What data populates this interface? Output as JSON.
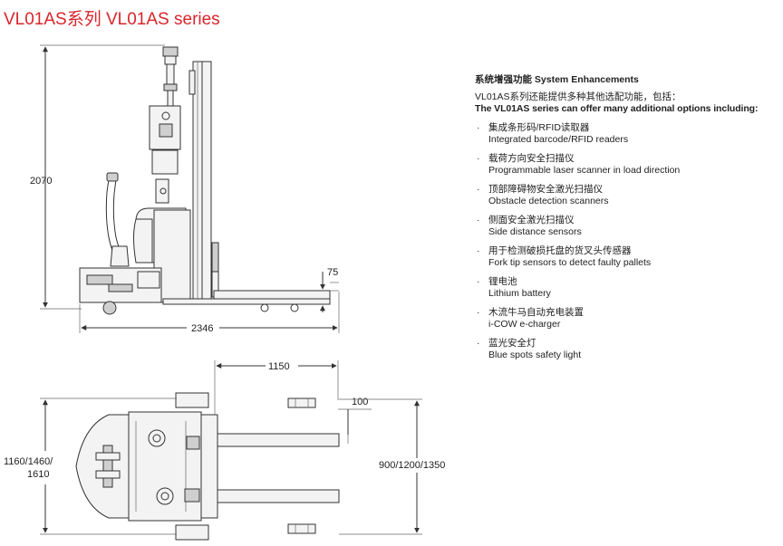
{
  "title": "VL01AS系列 VL01AS series",
  "dimensions": {
    "height": "2070",
    "length": "2346",
    "fork_height": "75",
    "fork_length": "1150",
    "fork_gap": "100",
    "fork_spread": "900/1200/1350",
    "width_line1": "1160/1460/",
    "width_line2": "1610"
  },
  "enhancements": {
    "heading": "系统增强功能 System Enhancements",
    "intro_cn": "VL01AS系列还能提供多种其他选配功能，包括：",
    "intro_en": "The VL01AS series can offer many additional options including:",
    "bullet": "·",
    "items": [
      {
        "cn": "集成条形码/RFID读取器",
        "en": "Integrated barcode/RFID readers"
      },
      {
        "cn": "载荷方向安全扫描仪",
        "en": "Programmable laser scanner in load direction"
      },
      {
        "cn": "顶部障碍物安全激光扫描仪",
        "en": "Obstacle detection scanners"
      },
      {
        "cn": "侧面安全激光扫描仪",
        "en": "Side distance sensors"
      },
      {
        "cn": "用于检测破损托盘的货叉头传感器",
        "en": "Fork tip sensors to detect faulty pallets"
      },
      {
        "cn": "锂电池",
        "en": "Lithium battery"
      },
      {
        "cn": "木流牛马自动充电装置",
        "en": "i-COW e-charger"
      },
      {
        "cn": "蓝光安全灯",
        "en": "Blue spots safety light"
      }
    ]
  }
}
